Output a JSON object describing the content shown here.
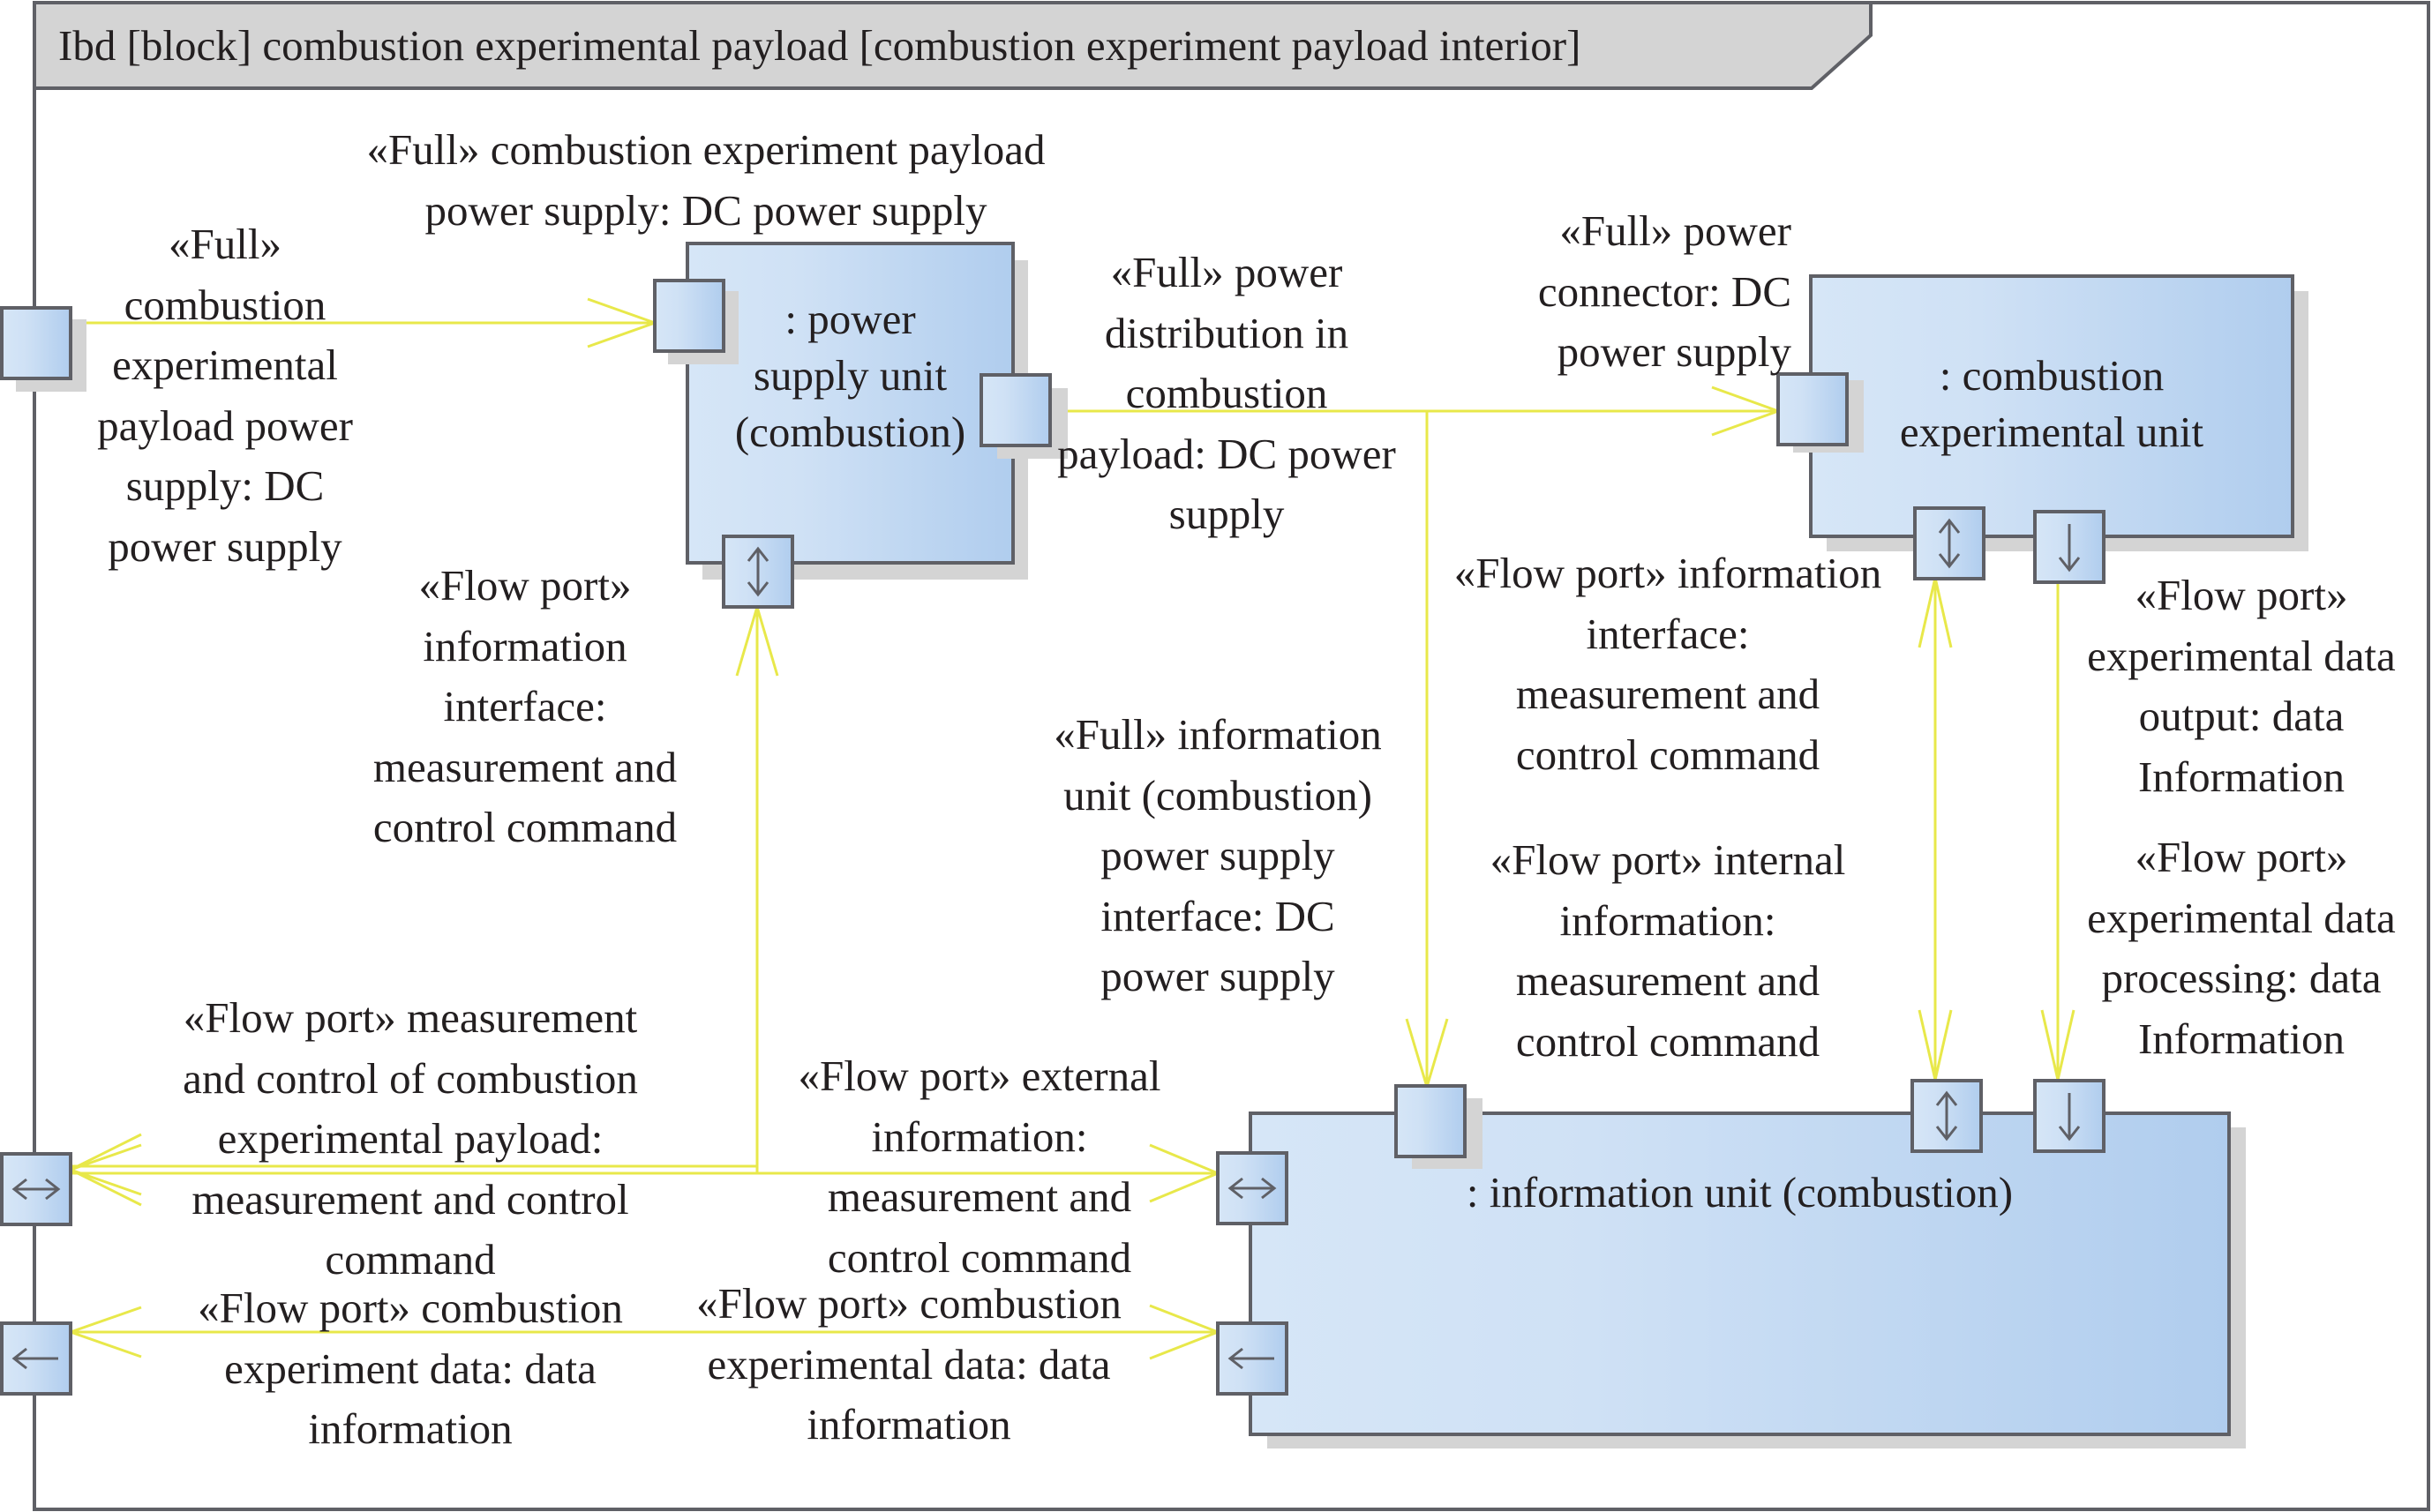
{
  "frame": {
    "title": "Ibd [block] combustion experimental payload [combustion experiment payload interior]"
  },
  "colors": {
    "block_fill_light": "#d6e6f7",
    "block_fill_dark": "#aecbed",
    "block_border": "#5f6066",
    "shadow": "#d4d4d4",
    "connector": "#e8e84a",
    "frame_tab": "#d4d4d4",
    "text": "#231f20"
  },
  "blocks": {
    "power_supply_unit": {
      "name_lines": [
        ": power",
        "supply unit",
        "(combustion)"
      ]
    },
    "combustion_experimental_unit": {
      "name_lines": [
        ": combustion",
        "experimental unit"
      ]
    },
    "information_unit": {
      "name_lines": [
        ": information unit (combustion)"
      ]
    }
  },
  "ports": {
    "boundary_power_in": {
      "icon": "none"
    },
    "boundary_meas_control": {
      "icon": "bidirectional-horizontal-arrow-icon"
    },
    "boundary_data_out": {
      "icon": "left-arrow-icon"
    },
    "psu_power_in": {
      "icon": "none"
    },
    "psu_power_out": {
      "icon": "none"
    },
    "psu_info": {
      "icon": "bidirectional-vertical-arrow-icon"
    },
    "ceu_power_in": {
      "icon": "none"
    },
    "ceu_info": {
      "icon": "bidirectional-vertical-arrow-icon"
    },
    "ceu_data_out": {
      "icon": "down-arrow-icon"
    },
    "iu_power_in": {
      "icon": "none"
    },
    "iu_internal_info": {
      "icon": "bidirectional-vertical-arrow-icon"
    },
    "iu_data_processing": {
      "icon": "down-arrow-icon"
    },
    "iu_external_info": {
      "icon": "bidirectional-horizontal-arrow-icon"
    },
    "iu_data_out": {
      "icon": "left-arrow-icon"
    }
  },
  "labels": {
    "boundary_power_in": [
      "«Full»",
      "combustion",
      "experimental",
      "payload power",
      "supply: DC",
      "power supply"
    ],
    "psu_power_in": [
      "«Full» combustion experiment payload",
      "power supply: DC power supply"
    ],
    "psu_power_out": [
      "«Full» power",
      "distribution in",
      "combustion",
      "payload: DC power",
      "supply"
    ],
    "ceu_power_in": [
      "«Full» power",
      "connector: DC",
      "power supply"
    ],
    "psu_info": [
      "«Flow port»",
      "information",
      "interface:",
      "measurement and",
      "control command"
    ],
    "ceu_info": [
      "«Flow port» information",
      "interface:",
      "measurement and",
      "control command"
    ],
    "ceu_data_out": [
      "«Flow port»",
      "experimental data",
      "output: data",
      "Information"
    ],
    "iu_power_in": [
      "«Full» information",
      "unit (combustion)",
      "power supply",
      "interface: DC",
      "power supply"
    ],
    "iu_internal_info": [
      "«Flow port» internal",
      "information:",
      "measurement and",
      "control command"
    ],
    "iu_data_processing": [
      "«Flow port»",
      "experimental data",
      "processing: data",
      "Information"
    ],
    "boundary_meas_control": [
      "«Flow port» measurement",
      "and control of combustion",
      "experimental payload:",
      "measurement and control",
      "command"
    ],
    "iu_external_info": [
      "«Flow port» external",
      "information:",
      "measurement and",
      "control command"
    ],
    "boundary_data_out": [
      "«Flow port» combustion",
      "experiment data: data",
      "information"
    ],
    "iu_data_out": [
      "«Flow port» combustion",
      "experimental data: data",
      "information"
    ]
  }
}
